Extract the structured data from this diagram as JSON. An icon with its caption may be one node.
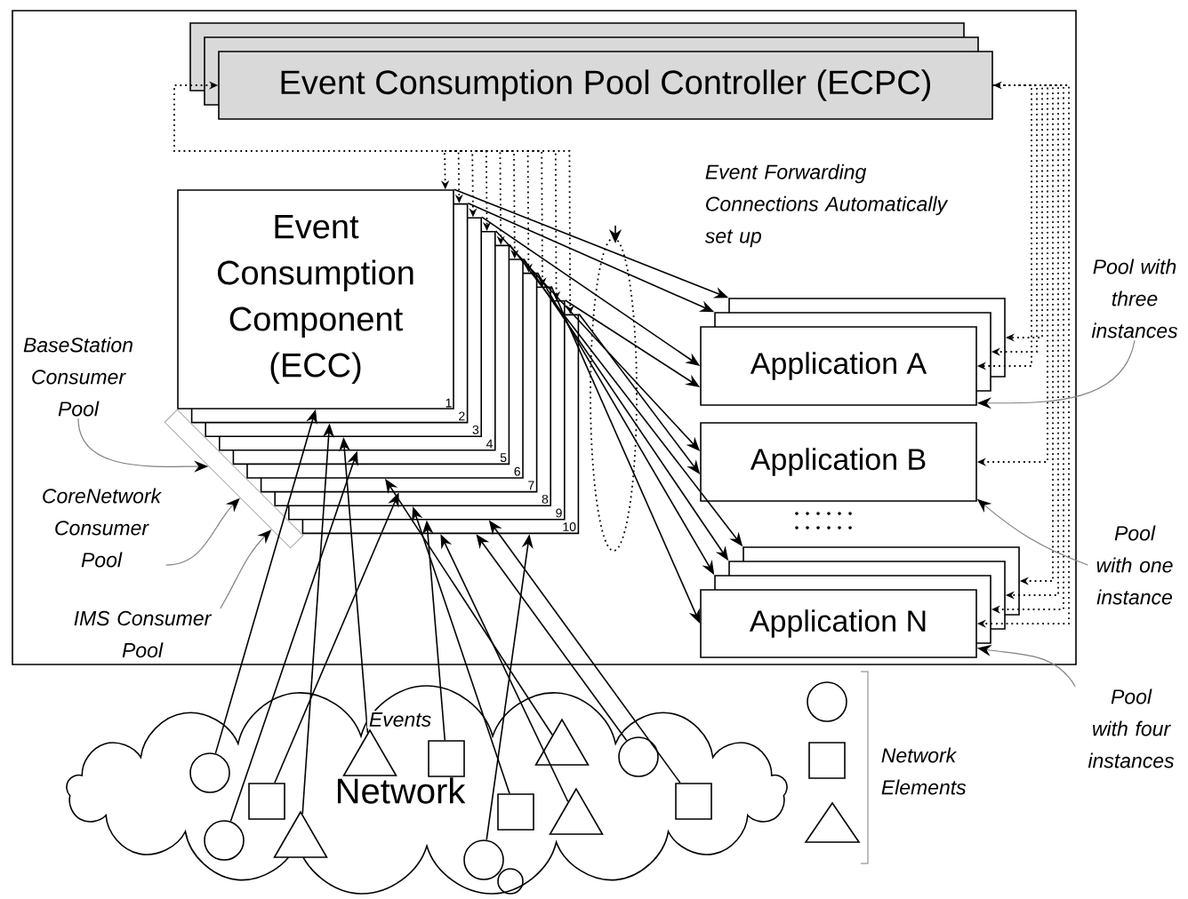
{
  "diagram": {
    "nodes": [
      {
        "text": [
          "Event Consumption Pool Controller (ECPC)"
        ]
      },
      {
        "text": [
          "Event Consumption Component (ECC)",
          "1",
          "2",
          "3",
          "4",
          "5",
          "6",
          "7",
          "8",
          "9",
          "10"
        ]
      },
      {
        "text": [
          "Application A"
        ]
      },
      {
        "text": [
          "Application B"
        ]
      },
      {
        "text": [
          "Application N"
        ]
      },
      {
        "text": [
          "Network"
        ]
      },
      {
        "text": [],
        "shape": "circle",
        "in": 5
      },
      {
        "text": [],
        "shape": "circle",
        "in": 5
      },
      {
        "text": [],
        "shape": "box",
        "in": 5
      },
      {
        "text": [],
        "shape": "triangle",
        "in": 5
      },
      {
        "text": [],
        "shape": "triangle",
        "in": 5
      },
      {
        "text": [],
        "shape": "circle",
        "in": 5
      },
      {
        "text": [],
        "shape": "box",
        "in": 5
      },
      {
        "text": [],
        "shape": "box",
        "in": 5
      },
      {
        "text": [],
        "shape": "triangle",
        "in": 5
      },
      {
        "text": [],
        "shape": "triangle",
        "in": 5
      },
      {
        "text": [],
        "shape": "circle",
        "in": 5
      },
      {
        "text": [],
        "shape": "box",
        "in": 5
      },
      {
        "text": [],
        "shape": "box"
      },
      {
        "text": [
          "BaseStation Consumer Pool"
        ]
      },
      {
        "text": [
          "CoreNetwork Consumer Pool"
        ]
      },
      {
        "text": [
          "IMS Consumer Pool"
        ]
      },
      {
        "text": [
          "Pool with three instances"
        ]
      },
      {
        "text": [
          "Pool with one instance"
        ]
      },
      {
        "text": [
          "Pool with four instances"
        ]
      }
    ],
    "edges": [
      {
        "from": 0,
        "to": 1,
        "arrow": "both",
        "style": "dashed"
      },
      {
        "from": 0,
        "to": 2,
        "arrow": "both",
        "style": "dashed"
      },
      {
        "from": 0,
        "to": 3,
        "arrow": "both",
        "style": "dashed"
      },
      {
        "from": 0,
        "to": 4,
        "arrow": "both",
        "style": "dashed"
      },
      {
        "from": 1,
        "to": 2,
        "arrow": "to"
      },
      {
        "from": 1,
        "to": 3,
        "arrow": "to"
      },
      {
        "from": 1,
        "to": 4,
        "arrow": "to"
      },
      {
        "from": 6,
        "to": 1,
        "arrow": "to"
      },
      {
        "from": 7,
        "to": 1,
        "arrow": "to"
      },
      {
        "from": 8,
        "to": 1,
        "arrow": "to"
      },
      {
        "from": 9,
        "to": 1,
        "arrow": "to"
      },
      {
        "from": 10,
        "to": 1,
        "arrow": "to"
      },
      {
        "from": 11,
        "to": 1,
        "arrow": "to"
      },
      {
        "from": 12,
        "to": 1,
        "arrow": "to"
      },
      {
        "from": 13,
        "to": 1,
        "arrow": "to"
      },
      {
        "from": 14,
        "to": 1,
        "arrow": "to"
      },
      {
        "from": 15,
        "to": 1,
        "arrow": "to"
      },
      {
        "from": 16,
        "to": 1,
        "arrow": "to"
      },
      {
        "from": 17,
        "to": 1,
        "arrow": "to"
      },
      {
        "from": 19,
        "to": 18,
        "arrow": "to",
        "color": "#808080"
      },
      {
        "from": 20,
        "to": 18,
        "arrow": "to",
        "color": "#808080"
      },
      {
        "from": 21,
        "to": 18,
        "arrow": "to",
        "color": "#808080"
      },
      {
        "from": 22,
        "to": 2,
        "arrow": "to",
        "color": "#808080"
      },
      {
        "from": 23,
        "to": 3,
        "arrow": "to",
        "color": "#808080"
      },
      {
        "from": 24,
        "to": 4,
        "arrow": "to",
        "color": "#808080"
      }
    ],
    "labels": [
      "Event Forwarding Connections Automatically set up",
      "Events"
    ],
    "legend": [
      {
        "text": "Network Elements"
      }
    ]
  }
}
